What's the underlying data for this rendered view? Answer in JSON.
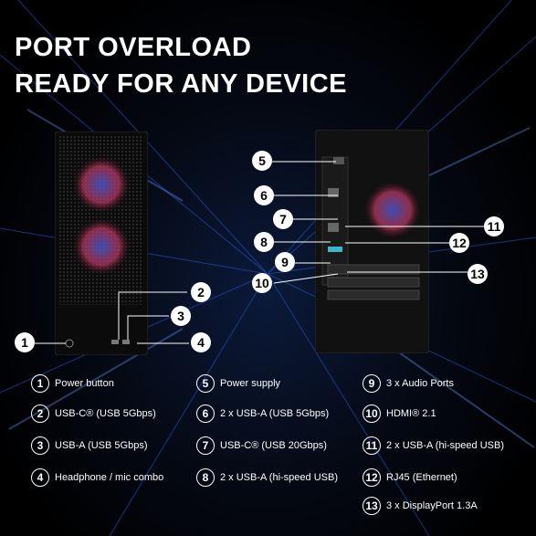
{
  "headline": {
    "line1": "PORT OVERLOAD",
    "line2": "READY FOR ANY DEVICE"
  },
  "callouts": {
    "front": [
      "1",
      "2",
      "3",
      "4"
    ],
    "rear": [
      "5",
      "6",
      "7",
      "8",
      "9",
      "10",
      "11",
      "12",
      "13"
    ]
  },
  "legend": [
    {
      "num": "1",
      "label": "Power button"
    },
    {
      "num": "2",
      "label": "USB-C® (USB 5Gbps)"
    },
    {
      "num": "3",
      "label": "USB-A (USB 5Gbps)"
    },
    {
      "num": "4",
      "label": "Headphone / mic combo"
    },
    {
      "num": "5",
      "label": "Power supply"
    },
    {
      "num": "6",
      "label": "2 x USB-A (USB 5Gbps)"
    },
    {
      "num": "7",
      "label": "USB-C® (USB 20Gbps)"
    },
    {
      "num": "8",
      "label": "2 x USB-A (hi-speed USB)"
    },
    {
      "num": "9",
      "label": "3 x Audio Ports"
    },
    {
      "num": "10",
      "label": "HDMI® 2.1"
    },
    {
      "num": "11",
      "label": "2 x USB-A (hi-speed USB)"
    },
    {
      "num": "12",
      "label": "RJ45 (Ethernet)"
    },
    {
      "num": "13",
      "label": "3 x DisplayPort 1.3A"
    }
  ],
  "colors": {
    "background": "#000000",
    "text": "#ffffff",
    "accent_blue": "#2a5bd7",
    "fan_red": "#c23a63",
    "fan_blue": "#3d55c8"
  }
}
